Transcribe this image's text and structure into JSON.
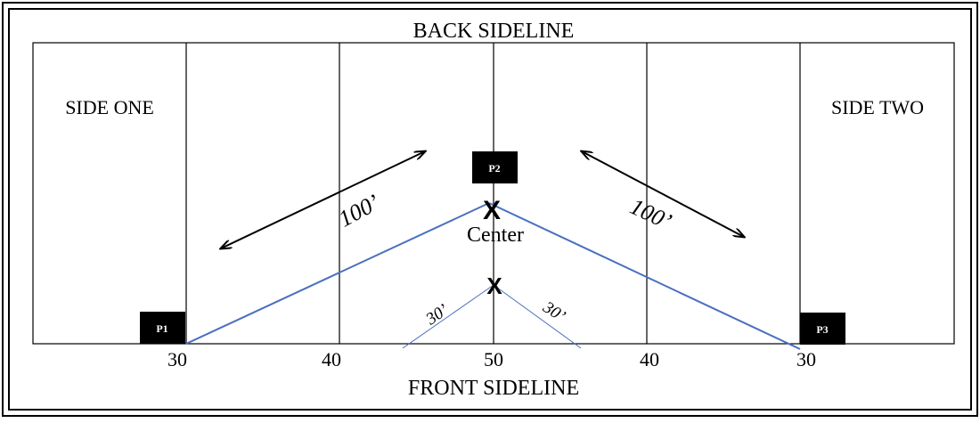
{
  "labels": {
    "back_sideline": "BACK SIDELINE",
    "front_sideline": "FRONT SIDELINE",
    "side_one": "SIDE ONE",
    "side_two": "SIDE TWO",
    "center": "Center",
    "distance_long_left": "100’",
    "distance_long_right": "100’",
    "distance_short_left": "30’",
    "distance_short_right": "30’",
    "center_mark": "X",
    "inner_mark": "X"
  },
  "yard_lines": [
    "30",
    "40",
    "50",
    "40",
    "30"
  ],
  "positions": {
    "p1": "P1",
    "p2": "P2",
    "p3": "P3"
  },
  "colors": {
    "field_line": "#000000",
    "angle_line": "#4a6fbf",
    "position_box": "#000000",
    "position_text": "#ffffff"
  }
}
